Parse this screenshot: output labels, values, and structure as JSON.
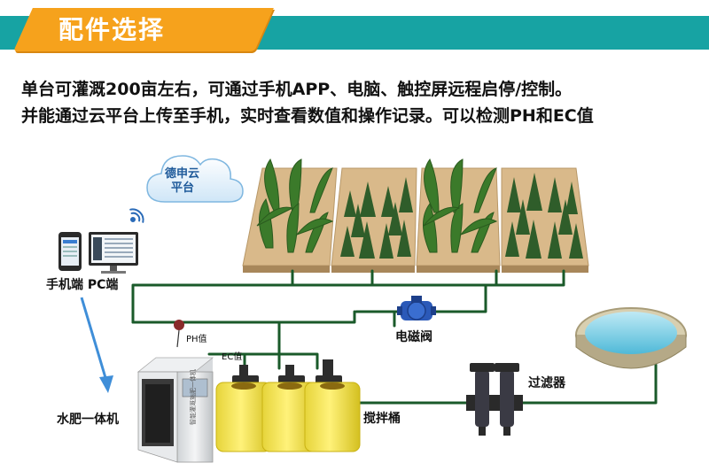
{
  "header": {
    "title": "配件选择",
    "accent_color": "#17a3a3",
    "tab_color": "#f6a21c"
  },
  "description": {
    "line1": "单台可灌溉200亩左右，可通过手机APP、电脑、触控屏远程启停/控制。",
    "line2": "并能通过云平台上传至手机，实时查看数值和操作记录。可以检测PH和EC值"
  },
  "diagram": {
    "cloud_label_line1": "德申云",
    "cloud_label_line2": "平台",
    "devices_label": "手机端 PC端",
    "machine_label": "水肥一体机",
    "machine_panel_text": "智能灌溉施肥一体机",
    "ph_label": "PH值",
    "ec_label": "EC值",
    "valve_label": "电磁阀",
    "tanks_label": "搅拌桶",
    "filter_label": "过滤器",
    "icons": [
      "cloud-icon",
      "wifi-icon",
      "phone-icon",
      "monitor-icon",
      "valve-icon",
      "filter-icon",
      "pool-icon",
      "field-icon",
      "tank-icon"
    ],
    "pipe_color": "#1a5a2a",
    "arrow_color": "#3f8ed8"
  }
}
